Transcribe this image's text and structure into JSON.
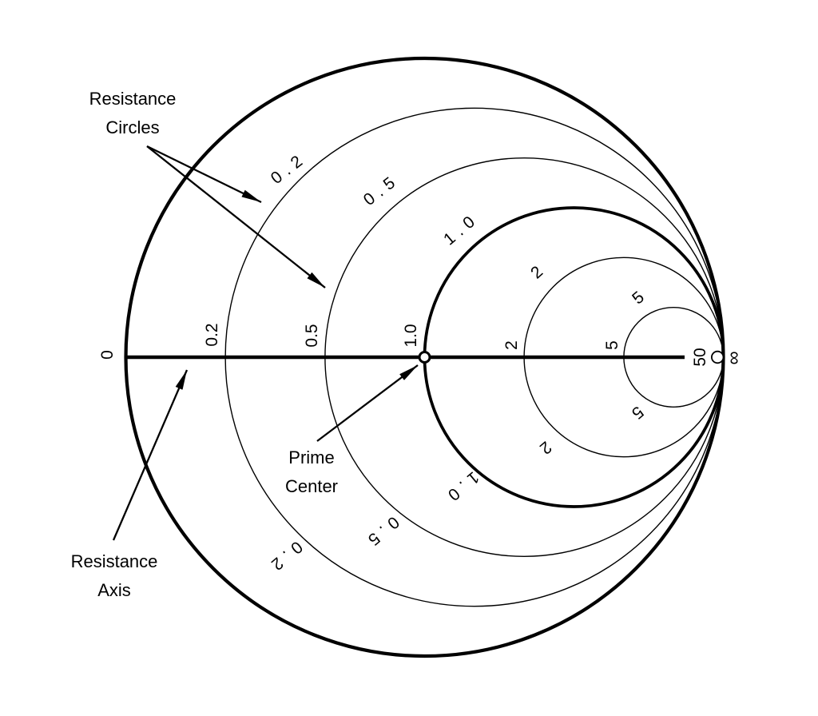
{
  "figure": {
    "background_color": "#ffffff",
    "line_color": "#000000"
  },
  "annotations": {
    "resistance_circles": [
      "Resistance",
      "Circles"
    ],
    "prime_center": [
      "Prime",
      "Center"
    ],
    "resistance_axis": [
      "Resistance",
      "Axis"
    ]
  },
  "axis_labels": [
    "0",
    "0.2",
    "0.5",
    "1.0",
    "2",
    "5",
    "50",
    "∞"
  ],
  "circle_labels_top": [
    "0.2",
    "0.5",
    "1.0",
    "2",
    "5"
  ],
  "circle_labels_bottom": [
    "0.2",
    "0.5",
    "1.0",
    "2",
    "5"
  ],
  "chart_data": {
    "type": "diagram",
    "subtype": "smith-chart-resistance-circles",
    "description": "Smith chart showing constant-resistance circles tangent at the right-hand point of the outer circle, with the resistance axis running horizontally from 0 to infinity through the prime center.",
    "resistance_circle_values": [
      0,
      0.2,
      0.5,
      1.0,
      2,
      5,
      50
    ],
    "bold_circle_values": [
      0,
      1.0
    ],
    "axis_tick_values": [
      "0",
      "0.2",
      "0.5",
      "1.0",
      "2",
      "5",
      "50",
      "∞"
    ],
    "prime_center_value": "1.0"
  }
}
